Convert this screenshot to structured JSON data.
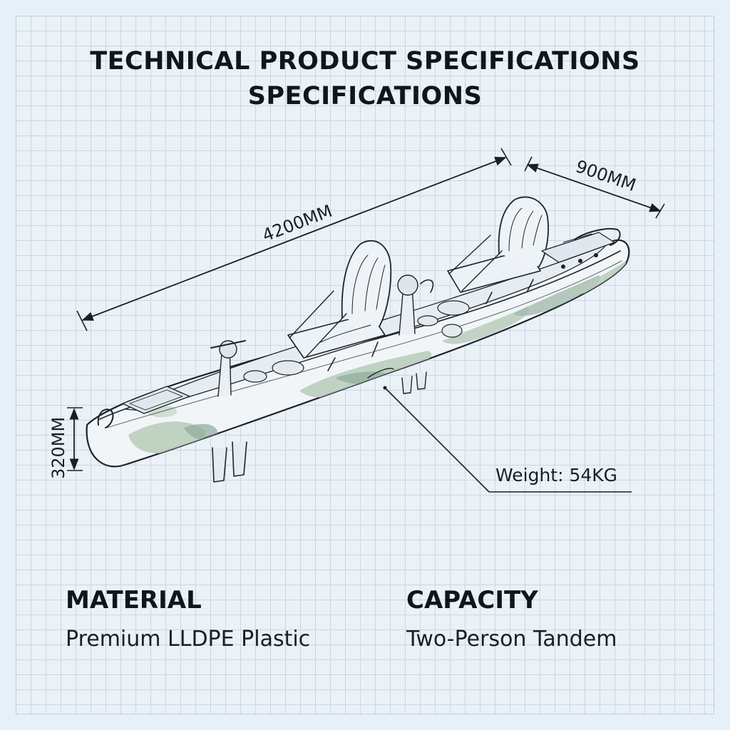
{
  "title": {
    "line1": "TECHNICAL PRODUCT SPECIFICATIONS",
    "line2": "SPECIFICATIONS"
  },
  "dimensions": {
    "length": "4200MM",
    "width": "900MM",
    "height": "320MM"
  },
  "callout": {
    "weight": "Weight: 54KG"
  },
  "specs": {
    "material": {
      "heading": "MATERIAL",
      "value": "Premium LLDPE Plastic"
    },
    "capacity": {
      "heading": "CAPACITY",
      "value": "Two-Person Tandem"
    }
  },
  "colors": {
    "background": "#e8f0f7",
    "grid": "#c9d7e3",
    "ink": "#151a20",
    "camo_light": "#b7cbb9",
    "camo_dark": "#8fa99a"
  },
  "icons": [
    "tandem-kayak-drawing",
    "dimension-arrow"
  ]
}
